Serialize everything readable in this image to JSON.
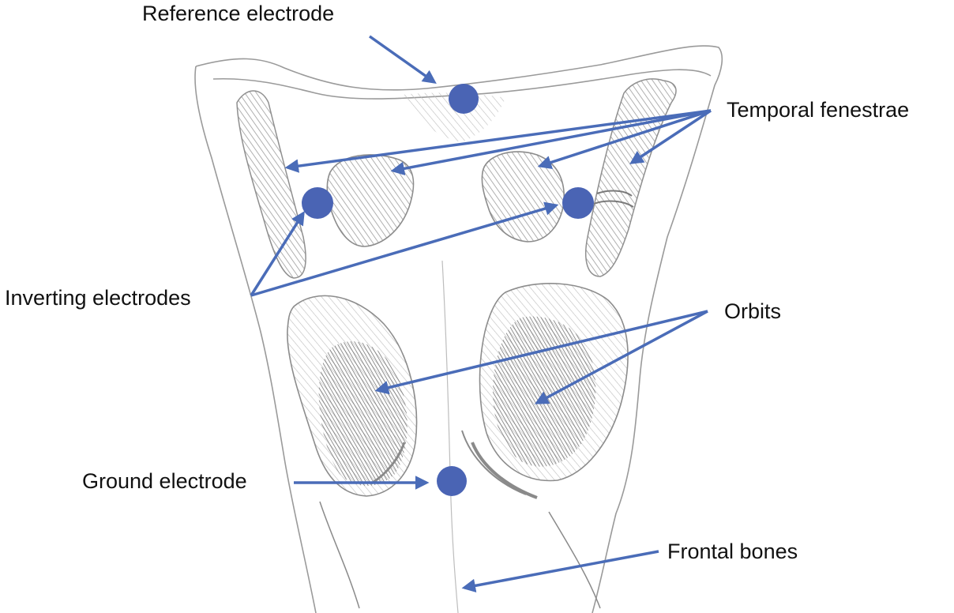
{
  "labels": {
    "reference_electrode": "Reference electrode",
    "temporal_fenestrae": "Temporal fenestrae",
    "inverting_electrodes": "Inverting electrodes",
    "orbits": "Orbits",
    "ground_electrode": "Ground electrode",
    "frontal_bones": "Frontal bones"
  },
  "colors": {
    "arrow": "#4a6cb8",
    "electrode": "#4a64b4",
    "sketch_line": "#9a9a9a",
    "shading": "#a8a8a8",
    "shading_dark": "#7a7a7a"
  }
}
